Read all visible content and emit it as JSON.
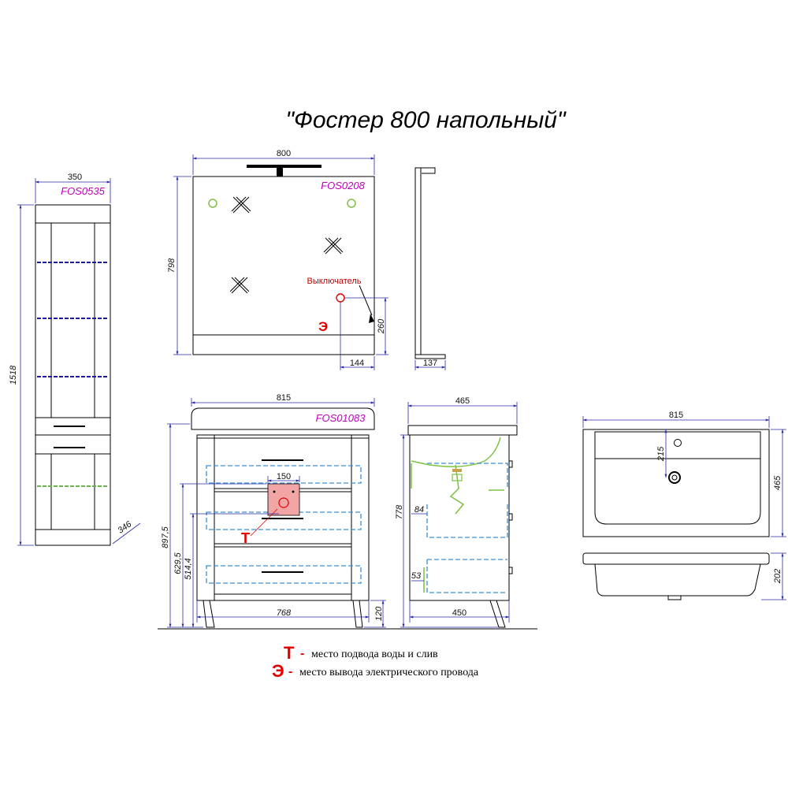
{
  "title": "\"Фостер 800 напольный\"",
  "codes": {
    "pencil_case": "FOS0535",
    "mirror": "FOS0208",
    "cabinet": "FOS01083"
  },
  "pencil_case": {
    "width": "350",
    "height": "1518",
    "depth": "346"
  },
  "mirror": {
    "width": "800",
    "height": "798",
    "switch_label": "Выключатель",
    "outlet_height": "260",
    "outlet_offset": "144",
    "side_depth": "137",
    "marker": "Э"
  },
  "cabinet": {
    "top_width": "815",
    "body_width": "768",
    "h1": "897,5",
    "h2": "629,5",
    "h3": "514,4",
    "leg_height": "120",
    "plumbing_zone": "150",
    "marker": "Т"
  },
  "cabinet_side": {
    "top_depth": "465",
    "body_depth": "450",
    "height": "778",
    "d1": "84",
    "d2": "53"
  },
  "basin": {
    "width": "815",
    "depth": "465",
    "tap_offset": "215",
    "height": "202"
  },
  "legend": [
    {
      "symbol": "Т",
      "dash": "-",
      "text": "место подвода воды и слив"
    },
    {
      "symbol": "Э",
      "dash": "-",
      "text": "место вывода электрического провода"
    }
  ],
  "colors": {
    "code_magenta": "#c000c0",
    "marker_red": "#e00000",
    "dashed_blue": "#3a8fd6",
    "shelf_navy": "#1a1a9a",
    "light_green": "#7cc142"
  }
}
